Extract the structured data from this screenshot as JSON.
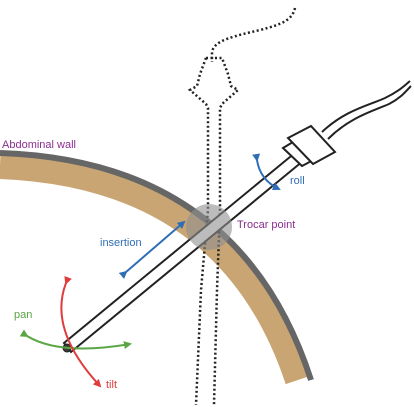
{
  "labels": {
    "abdominal_wall": "Abdominal wall",
    "trocar_point": "Trocar point",
    "insertion": "insertion",
    "roll": "roll",
    "pan": "pan",
    "tilt": "tilt"
  },
  "colors": {
    "wall_tissue": "#c9a574",
    "wall_outer_skin": "#666666",
    "label_purple": "#8a2d8f",
    "label_blue": "#2f6eb6",
    "label_green": "#5aa544",
    "label_red": "#e03c3c",
    "instrument_outline": "#222222",
    "trocar_highlight": "#8f8f8f"
  }
}
